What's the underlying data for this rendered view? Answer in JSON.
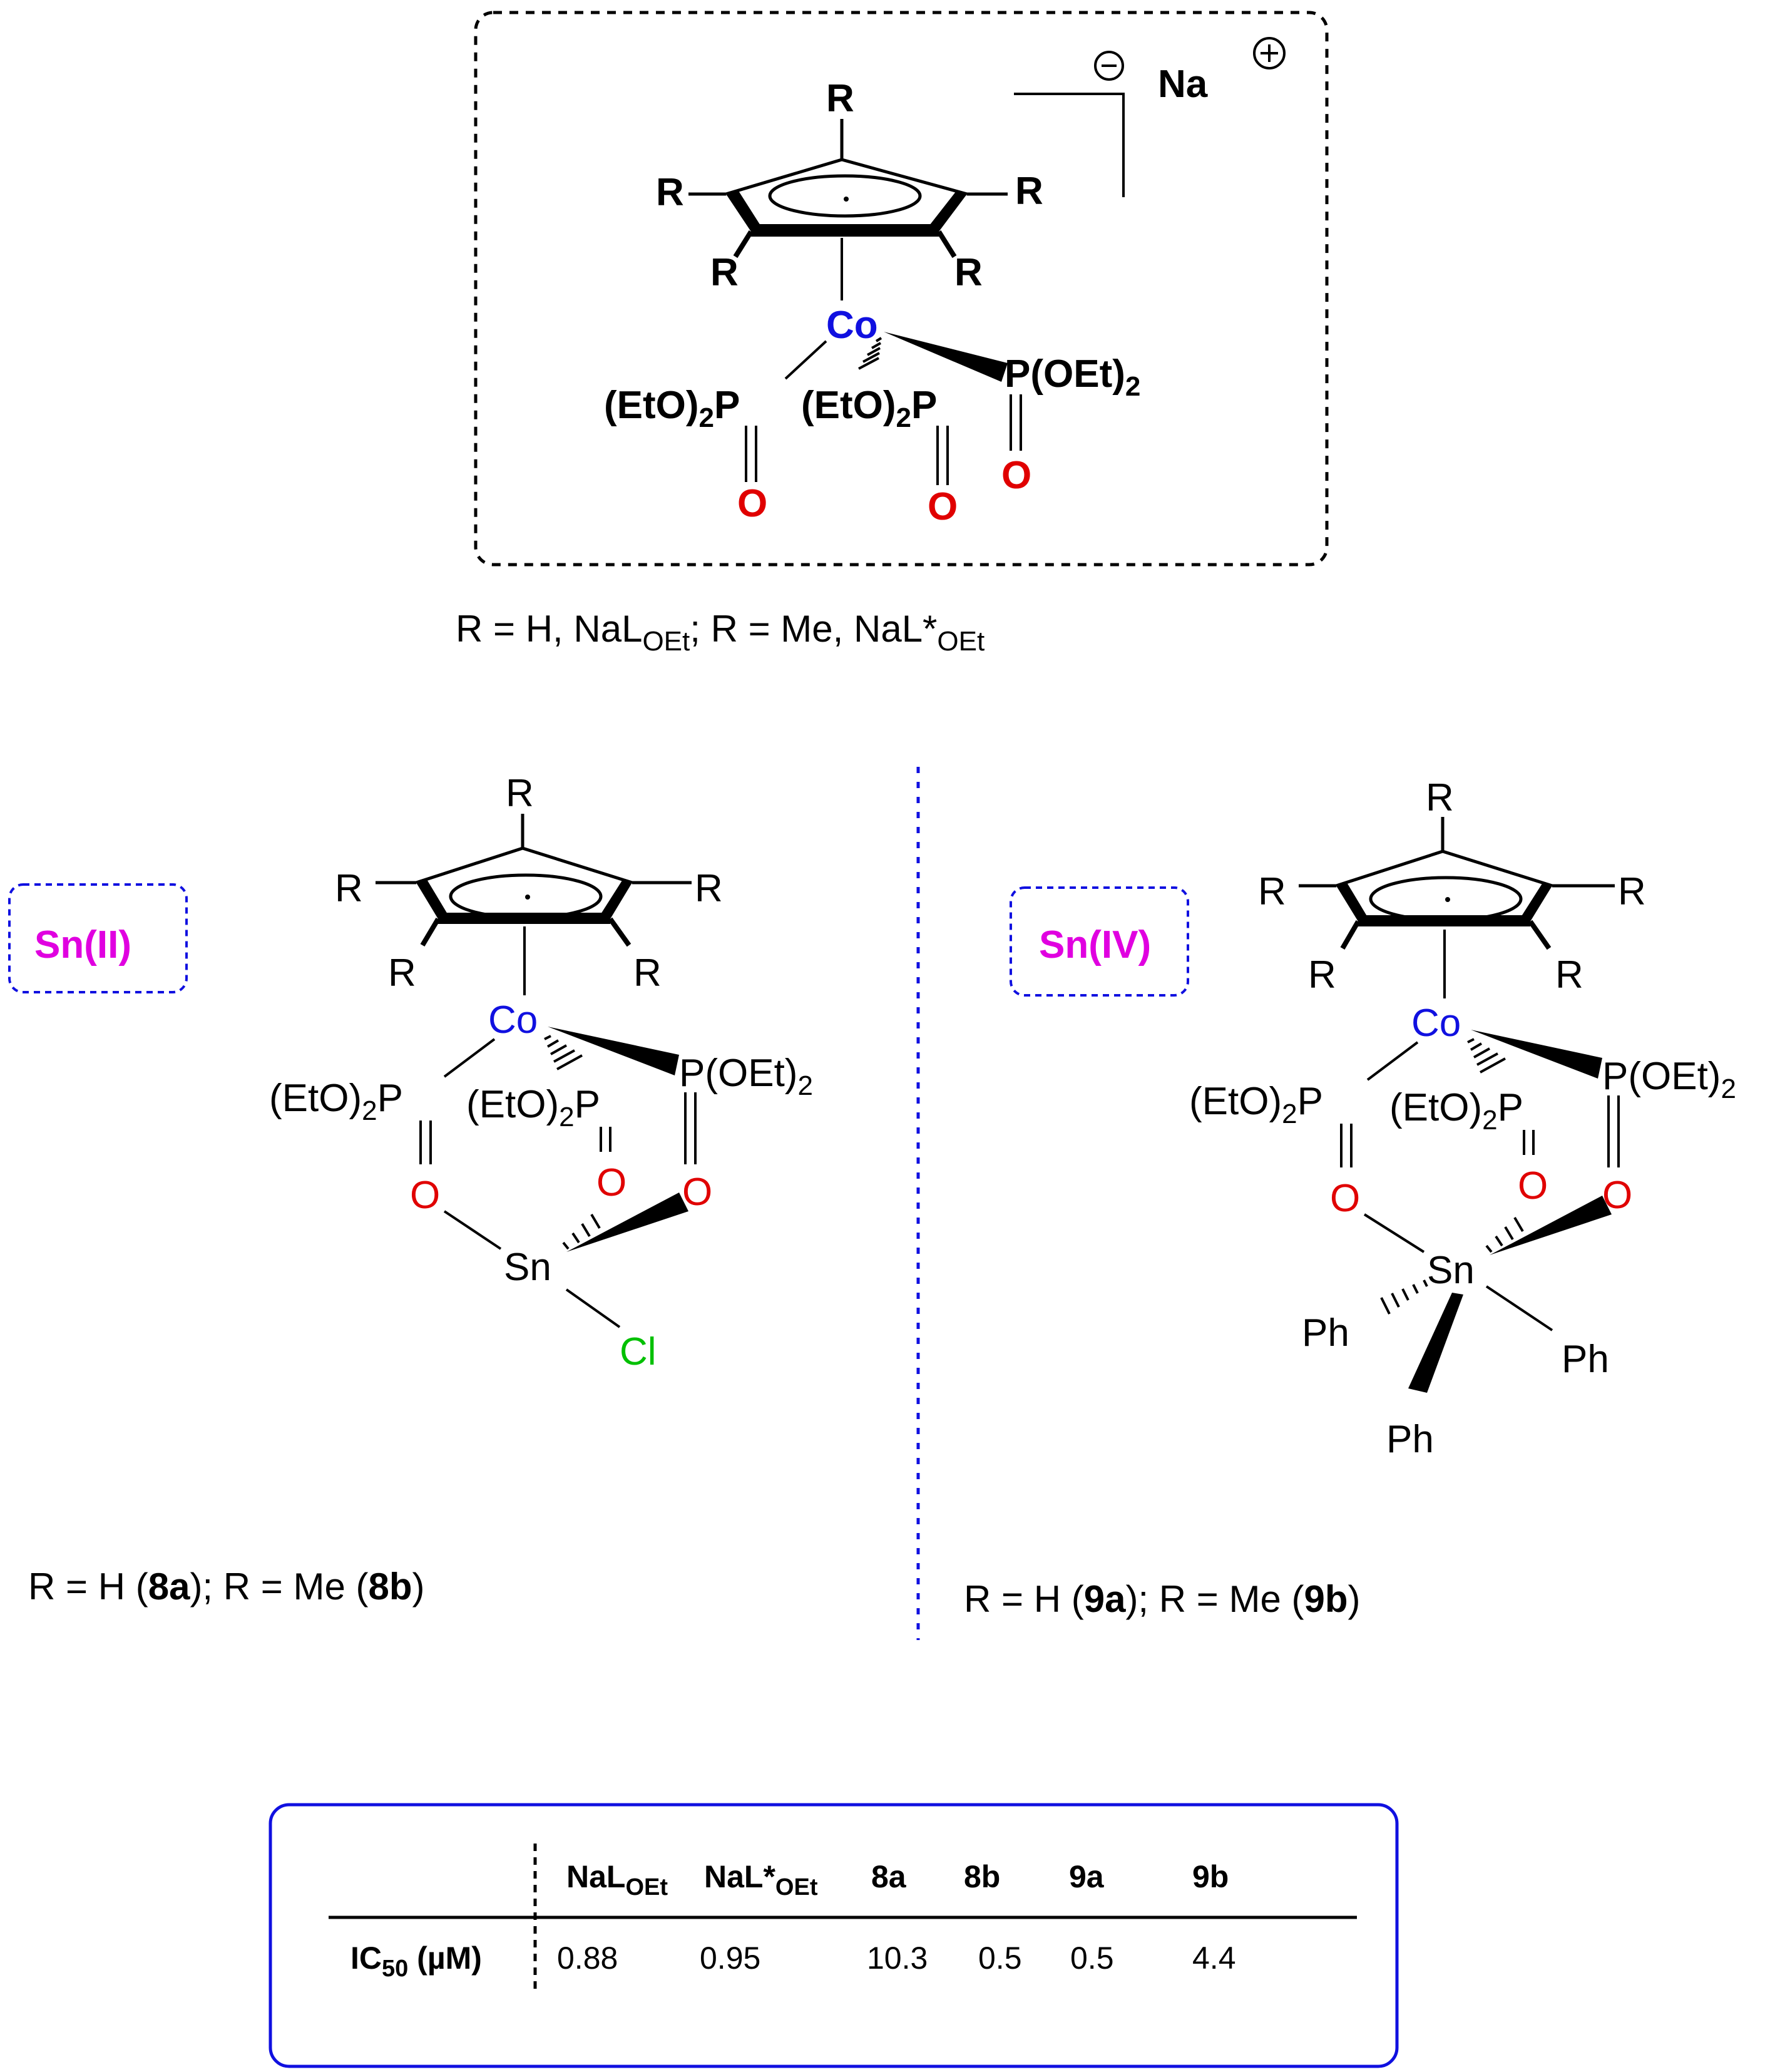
{
  "top_complex": {
    "r": "R",
    "co": "Co",
    "p_oet2": "P(OEt)",
    "eto2p": "(EtO)",
    "p": "P",
    "sub2": "2",
    "o": "O",
    "na": "Na",
    "minus": "−",
    "plus": "+"
  },
  "top_caption": {
    "part1": "R = H, NaL",
    "sub1": "OEt",
    "part2": "; R = Me, NaL*",
    "sub2": "OEt"
  },
  "left_panel": {
    "tag": "Sn(II)",
    "sn": "Sn",
    "cl": "Cl",
    "caption": {
      "a": "R = H (",
      "b": "8a",
      "c": "); R = Me (",
      "d": "8b",
      "e": ")"
    }
  },
  "right_panel": {
    "tag": "Sn(IV)",
    "sn": "Sn",
    "ph": "Ph",
    "caption": {
      "a": "R = H (",
      "b": "9a",
      "c": "); R = Me (",
      "d": "9b",
      "e": ")"
    }
  },
  "table": {
    "headers": [
      {
        "main": "NaL",
        "sub": "OEt"
      },
      {
        "main": "NaL*",
        "sub": "OEt"
      },
      {
        "main": "8a",
        "sub": ""
      },
      {
        "main": "8b",
        "sub": ""
      },
      {
        "main": "9a",
        "sub": ""
      },
      {
        "main": "9b",
        "sub": ""
      }
    ],
    "row_label": {
      "main": "IC",
      "sub": "50",
      "unit": " (µM)"
    },
    "values": [
      "0.88",
      "0.95",
      "10.3",
      "0.5",
      "0.5",
      "4.4"
    ]
  },
  "colors": {
    "cobalt": "#1010e0",
    "oxygen": "#e00000",
    "chlorine": "#00c000",
    "tag": "#e000e0",
    "box_blue": "#1010e0"
  }
}
